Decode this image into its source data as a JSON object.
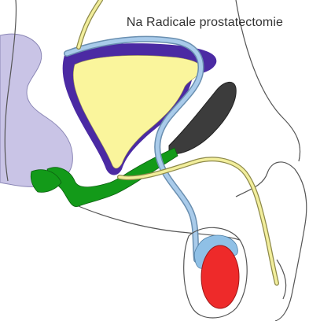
{
  "figure": {
    "title": "Na Radicale prostatectomie",
    "structures": [
      {
        "name": "bladder",
        "color": "#FAF59C"
      },
      {
        "name": "bladder-wall",
        "color": "#4B2AA3"
      },
      {
        "name": "rectum",
        "color": "#C9C4E6"
      },
      {
        "name": "pelvic-floor-muscle",
        "color": "#139A19"
      },
      {
        "name": "pubic-bone",
        "color": "#3C3C3C"
      },
      {
        "name": "urethra-catheter",
        "color": "#A9CBEA"
      },
      {
        "name": "vas-deferens",
        "color": "#F2EE9C"
      },
      {
        "name": "testis",
        "color": "#EE2A2A"
      },
      {
        "name": "epididymis",
        "color": "#8FC0E6"
      }
    ]
  }
}
